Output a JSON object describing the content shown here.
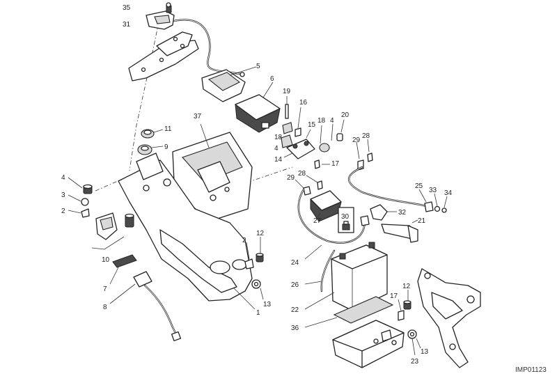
{
  "diagram": {
    "reference_code": "IMP01123",
    "callouts": [
      "35",
      "31",
      "5",
      "6",
      "19",
      "16",
      "15",
      "18",
      "4",
      "20",
      "14",
      "17",
      "37",
      "11",
      "9",
      "29",
      "28",
      "25",
      "33",
      "34",
      "3",
      "2",
      "30",
      "32",
      "27",
      "21",
      "12",
      "10",
      "7",
      "8",
      "1",
      "13",
      "24",
      "26",
      "22",
      "36",
      "23"
    ],
    "icon_names": [
      "battery-icon",
      "solenoid-icon",
      "fuse-holder-icon",
      "grommet-icon",
      "screw-icon"
    ]
  }
}
